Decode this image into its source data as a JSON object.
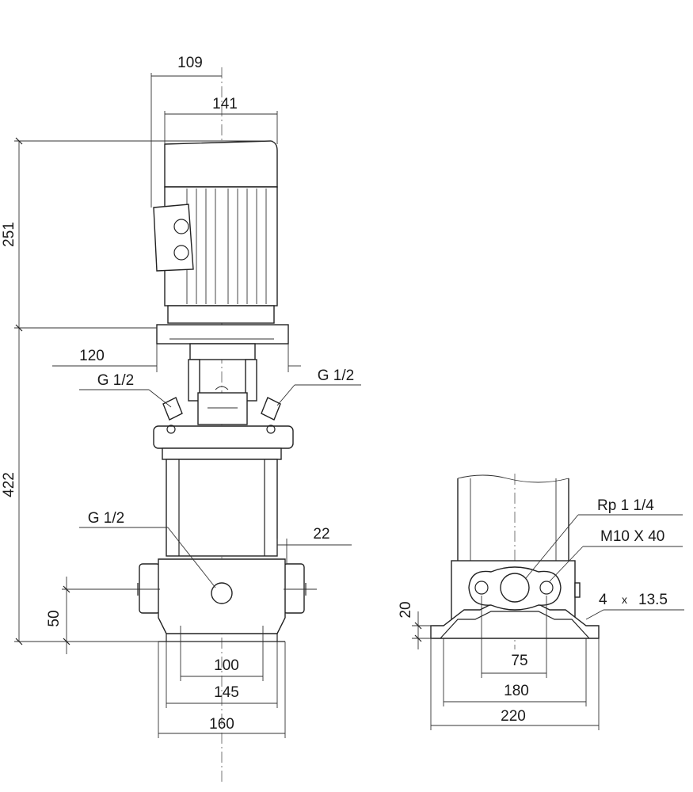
{
  "front_view": {
    "dim_width_half": "109",
    "dim_motor_width": "141",
    "dim_motor_height": "251",
    "dim_pump_height": "422",
    "dim_flange_width": "120",
    "dim_port_right_top": "G 1/2",
    "dim_port_left_top": "G 1/2",
    "dim_port_drain": "G 1/2",
    "dim_inlet_offset": "22",
    "dim_inlet_height": "50",
    "dim_base_100": "100",
    "dim_base_145": "145",
    "dim_base_160": "160"
  },
  "side_view": {
    "dim_thread": "Rp 1 1/4",
    "dim_bolt": "M10 X 40",
    "dim_holes_count": "4",
    "dim_holes_x": "x",
    "dim_holes_dia": "13.5",
    "dim_foot_height": "20",
    "dim_75": "75",
    "dim_180": "180",
    "dim_220": "220"
  }
}
